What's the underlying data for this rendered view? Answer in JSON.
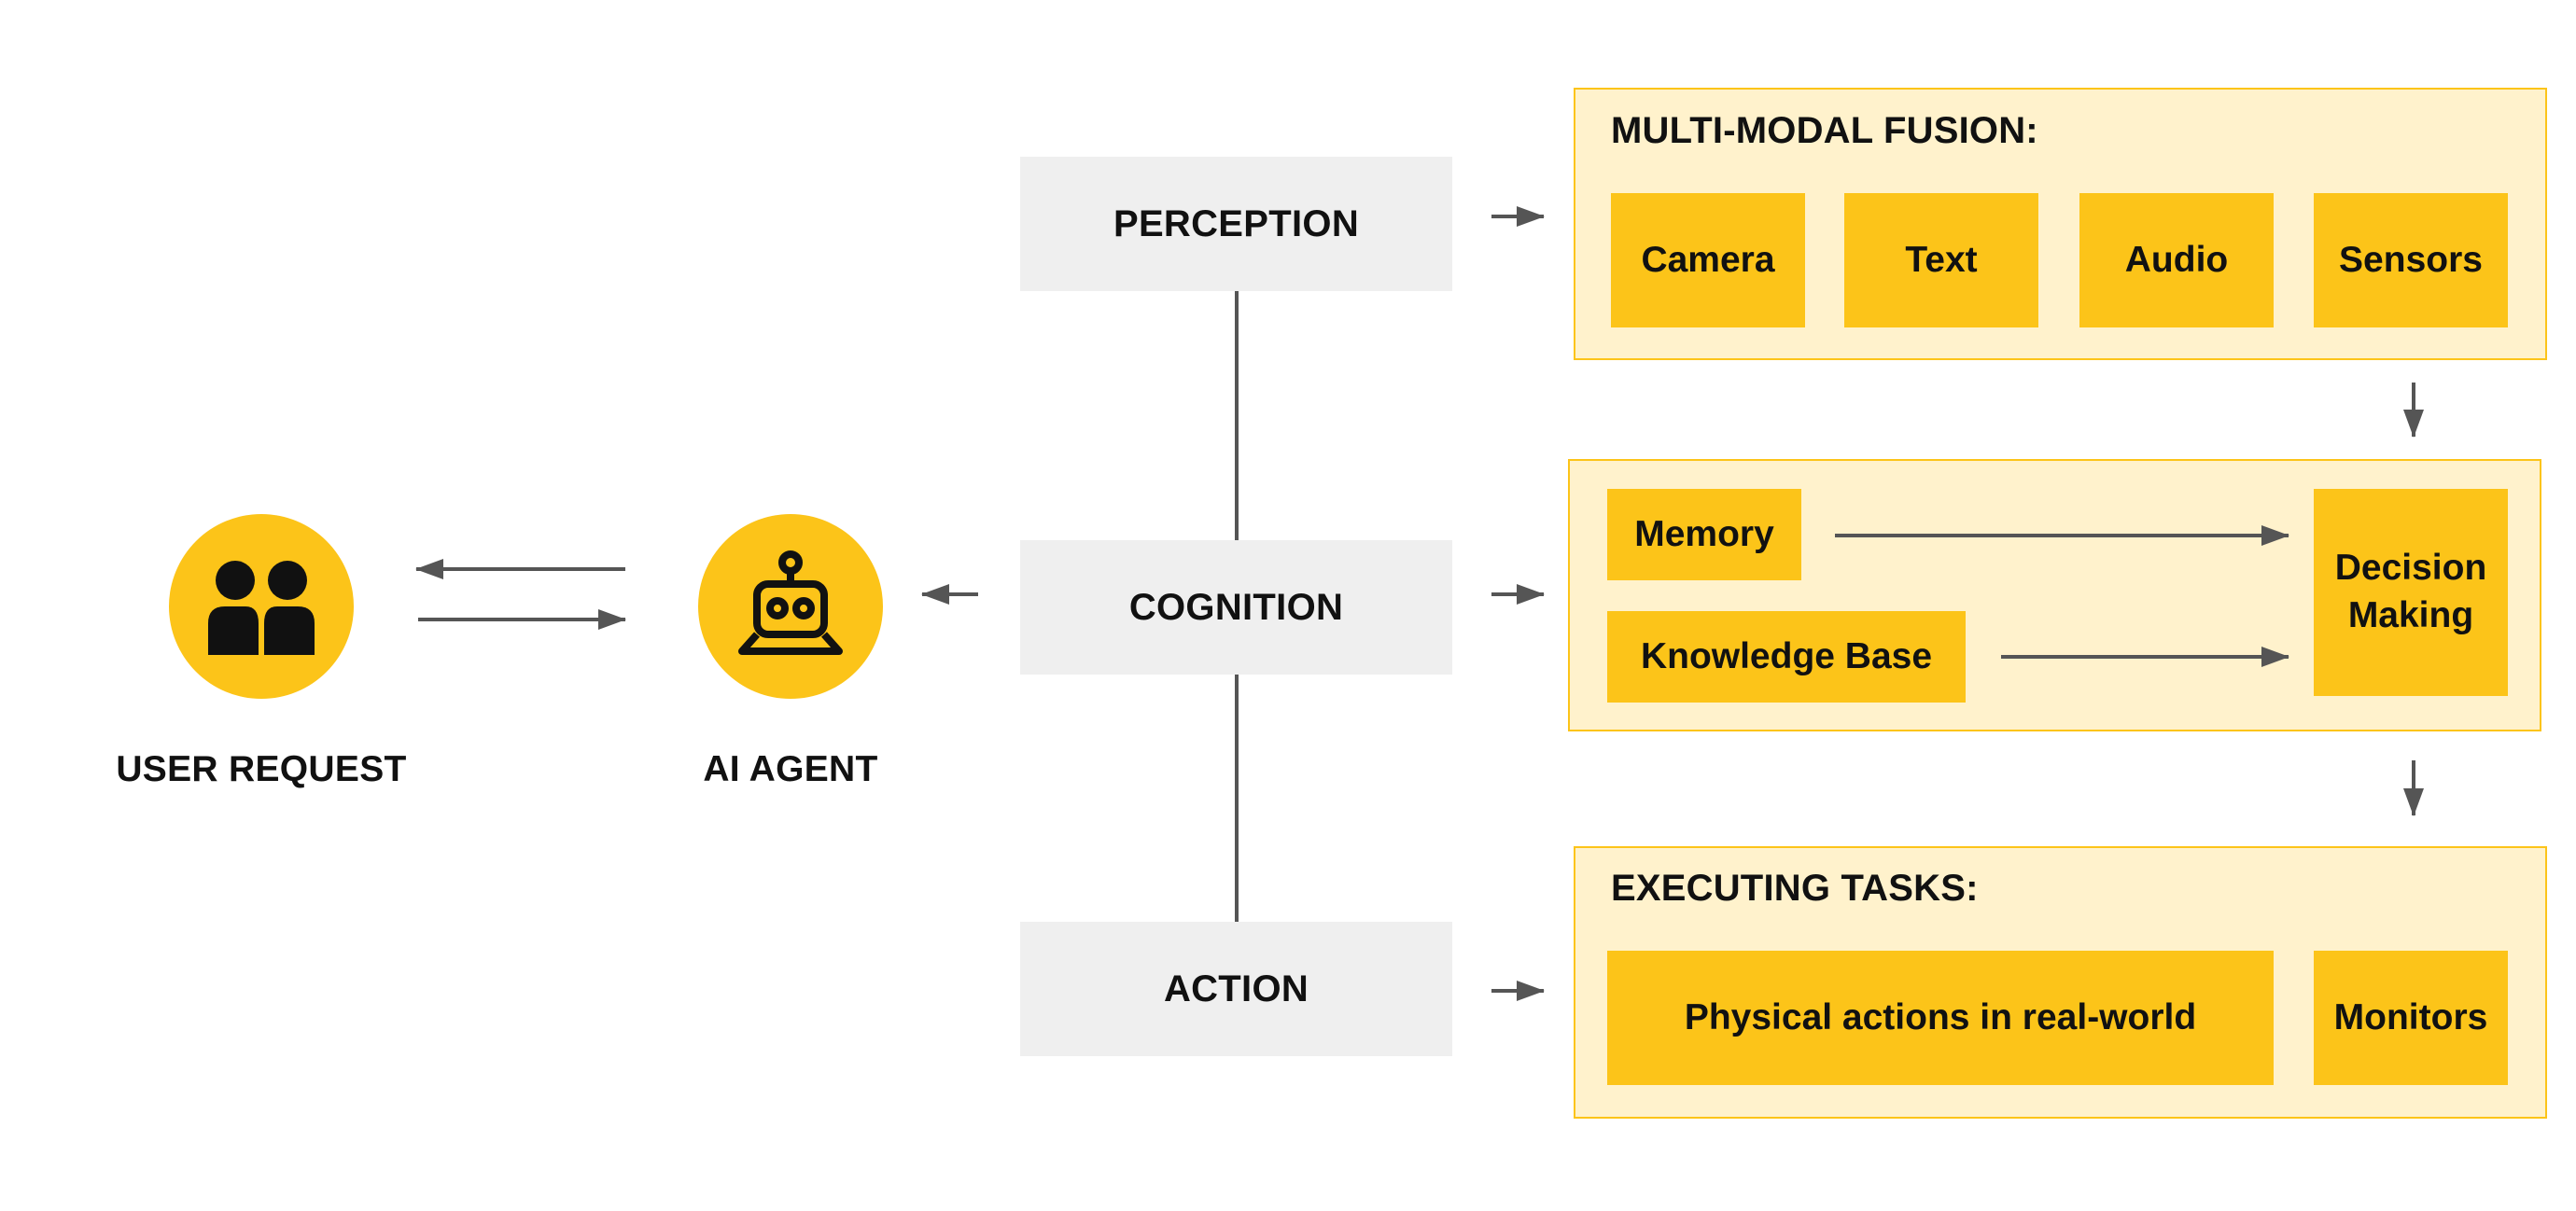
{
  "user": {
    "label": "USER REQUEST",
    "icon": "users-icon"
  },
  "agent": {
    "label": "AI AGENT",
    "icon": "robot-icon"
  },
  "stages": {
    "perception": "PERCEPTION",
    "cognition": "COGNITION",
    "action": "ACTION"
  },
  "fusion": {
    "title": "MULTI-MODAL FUSION:",
    "items": [
      "Camera",
      "Text",
      "Audio",
      "Sensors"
    ]
  },
  "cognition_panel": {
    "memory": "Memory",
    "knowledge_base": "Knowledge Base",
    "decision_line1": "Decision",
    "decision_line2": "Making"
  },
  "tasks": {
    "title": "EXECUTING TASKS:",
    "physical": "Physical actions in real-world",
    "monitors": "Monitors"
  },
  "colors": {
    "accent": "#FCC419",
    "panel_fill": "#FFF2CC",
    "stage_fill": "#EFEFEF",
    "arrow": "#555555",
    "text": "#111111"
  }
}
